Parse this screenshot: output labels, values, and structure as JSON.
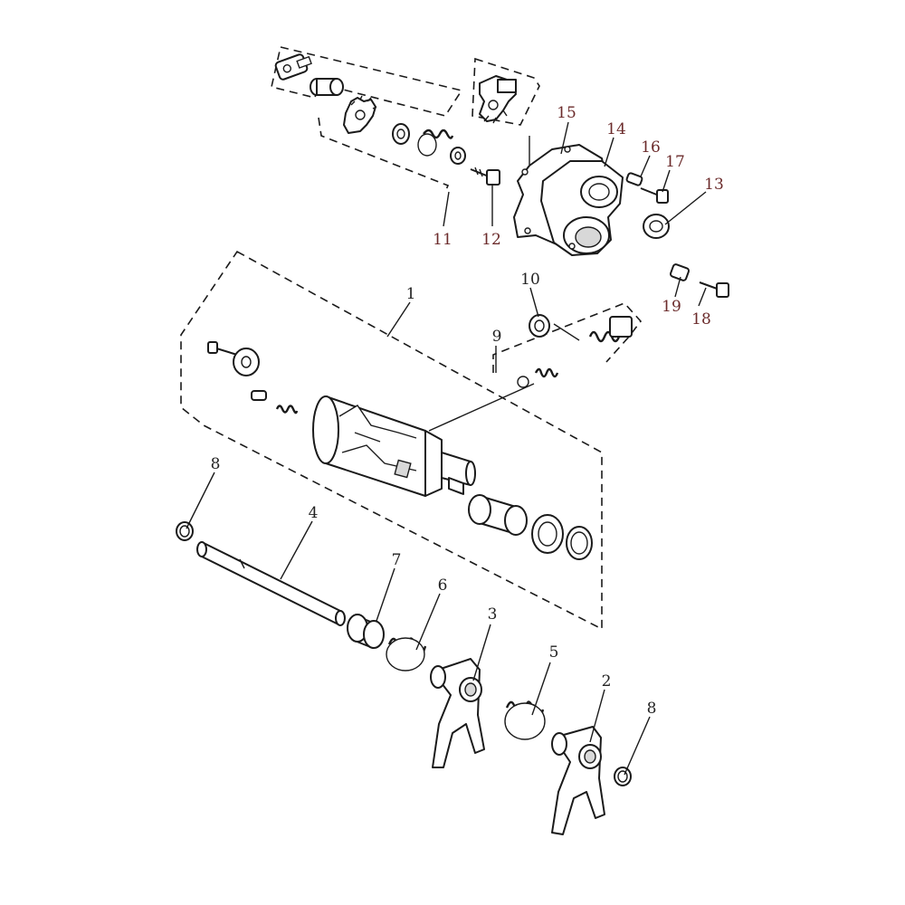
{
  "callouts": [
    {
      "id": "1",
      "text": "1",
      "color": "#222222"
    },
    {
      "id": "2",
      "text": "2",
      "color": "#222222"
    },
    {
      "id": "3",
      "text": "3",
      "color": "#222222"
    },
    {
      "id": "4",
      "text": "4",
      "color": "#222222"
    },
    {
      "id": "5",
      "text": "5",
      "color": "#222222"
    },
    {
      "id": "6",
      "text": "6",
      "color": "#222222"
    },
    {
      "id": "7",
      "text": "7",
      "color": "#222222"
    },
    {
      "id": "8a",
      "text": "8",
      "color": "#222222"
    },
    {
      "id": "8b",
      "text": "8",
      "color": "#222222"
    },
    {
      "id": "9",
      "text": "9",
      "color": "#222222"
    },
    {
      "id": "10",
      "text": "10",
      "color": "#222222"
    },
    {
      "id": "11",
      "text": "11",
      "color": "#6b2b2b"
    },
    {
      "id": "12",
      "text": "12",
      "color": "#6b2b2b"
    },
    {
      "id": "13",
      "text": "13",
      "color": "#6b2b2b"
    },
    {
      "id": "14",
      "text": "14",
      "color": "#6b2b2b"
    },
    {
      "id": "15",
      "text": "15",
      "color": "#6b2b2b"
    },
    {
      "id": "16",
      "text": "16",
      "color": "#6b2b2b"
    },
    {
      "id": "17",
      "text": "17",
      "color": "#6b2b2b"
    },
    {
      "id": "18",
      "text": "18",
      "color": "#6b2b2b"
    },
    {
      "id": "19",
      "text": "19",
      "color": "#6b2b2b"
    }
  ]
}
